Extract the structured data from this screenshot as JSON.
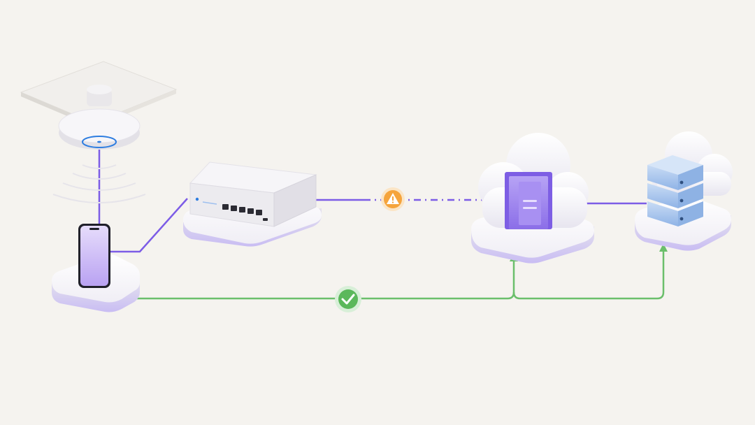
{
  "diagram": {
    "nodes": [
      {
        "id": "ceiling-access-point",
        "icon": "wifi-access-point-icon"
      },
      {
        "id": "smartphone",
        "icon": "smartphone-icon"
      },
      {
        "id": "network-switch",
        "icon": "network-switch-icon",
        "ports": 5
      },
      {
        "id": "cloud-gateway",
        "icon": "cloud-gateway-icon"
      },
      {
        "id": "cloud-server",
        "icon": "cloud-server-icon",
        "units": 3
      }
    ],
    "connections": [
      {
        "from": "ceiling-access-point",
        "to": "smartphone",
        "style": "solid",
        "color": "#7c5ce6"
      },
      {
        "from": "smartphone",
        "to": "network-switch",
        "style": "solid",
        "color": "#7c5ce6"
      },
      {
        "from": "network-switch",
        "to": "cloud-gateway",
        "style": "dash-dot",
        "color": "#7c5ce6",
        "status": "warning"
      },
      {
        "from": "cloud-gateway",
        "to": "cloud-server",
        "style": "solid",
        "color": "#7c5ce6"
      },
      {
        "from": "smartphone",
        "to": "cloud-gateway",
        "style": "solid",
        "color": "#6bbf6b",
        "status": "ok",
        "arrow": true
      },
      {
        "from": "smartphone",
        "to": "cloud-server",
        "style": "solid",
        "color": "#6bbf6b",
        "status": "ok",
        "arrow": true
      }
    ],
    "status_icons": {
      "warning": {
        "icon": "warning-icon",
        "color": "#f5a43c"
      },
      "ok": {
        "icon": "check-icon",
        "color": "#5bb85b"
      }
    },
    "colors": {
      "background": "#f5f3ef",
      "accent_purple": "#7c5ce6",
      "accent_green": "#6bbf6b",
      "server_blue": "#a9c8ee"
    }
  }
}
